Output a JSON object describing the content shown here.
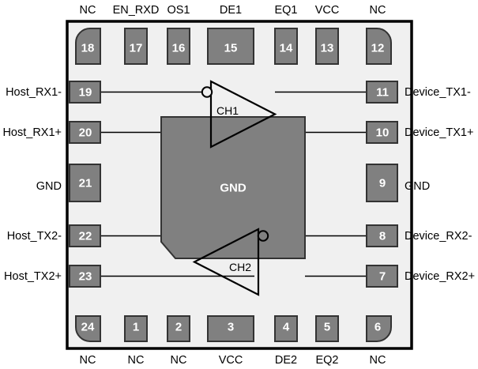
{
  "diagram": {
    "title": "IC package pinout diagram",
    "package": {
      "body_fill": "#f0f0f0",
      "body_stroke": "#000000",
      "pad_fill": "#808080",
      "pad_stroke": "#333333",
      "line_color": "#000000",
      "center_pad_label": "GND"
    },
    "amplifiers": [
      {
        "name": "ch1",
        "label": "CH1",
        "direction": "right",
        "inverting_bubble": true
      },
      {
        "name": "ch2",
        "label": "CH2",
        "direction": "left",
        "inverting_bubble": true
      }
    ],
    "pins": {
      "top": [
        {
          "number": "18",
          "label": "NC",
          "corner": "top-left"
        },
        {
          "number": "17",
          "label": "EN_RXD",
          "corner": "none"
        },
        {
          "number": "16",
          "label": "OS1",
          "corner": "none"
        },
        {
          "number": "15",
          "label": "DE1",
          "corner": "none"
        },
        {
          "number": "14",
          "label": "EQ1",
          "corner": "none"
        },
        {
          "number": "13",
          "label": "VCC",
          "corner": "none"
        },
        {
          "number": "12",
          "label": "NC",
          "corner": "top-right"
        }
      ],
      "bottom": [
        {
          "number": "24",
          "label": "NC",
          "corner": "bottom-left"
        },
        {
          "number": "1",
          "label": "NC",
          "corner": "none"
        },
        {
          "number": "2",
          "label": "NC",
          "corner": "none"
        },
        {
          "number": "3",
          "label": "VCC",
          "corner": "none"
        },
        {
          "number": "4",
          "label": "DE2",
          "corner": "none"
        },
        {
          "number": "5",
          "label": "EQ2",
          "corner": "none"
        },
        {
          "number": "6",
          "label": "NC",
          "corner": "bottom-right"
        }
      ],
      "left": [
        {
          "number": "19",
          "label": "Host_RX1-",
          "has_trace": true
        },
        {
          "number": "20",
          "label": "Host_RX1+",
          "has_trace": true
        },
        {
          "number": "21",
          "label": "GND",
          "has_trace": false
        },
        {
          "number": "22",
          "label": "Host_TX2-",
          "has_trace": true
        },
        {
          "number": "23",
          "label": "Host_TX2+",
          "has_trace": true
        }
      ],
      "right": [
        {
          "number": "11",
          "label": "Device_TX1-",
          "has_trace": true
        },
        {
          "number": "10",
          "label": "Device_TX1+",
          "has_trace": true
        },
        {
          "number": "9",
          "label": "GND",
          "has_trace": false
        },
        {
          "number": "8",
          "label": "Device_RX2-",
          "has_trace": true
        },
        {
          "number": "7",
          "label": "Device_RX2+",
          "has_trace": true
        }
      ]
    }
  }
}
